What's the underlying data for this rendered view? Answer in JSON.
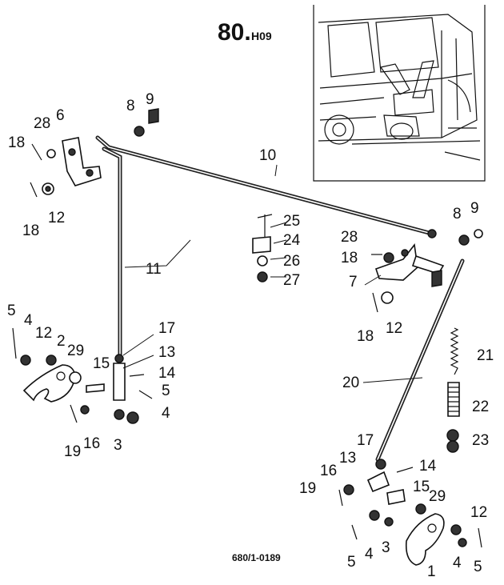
{
  "header": {
    "main": "80.",
    "sub": "H09"
  },
  "reference": "680/1-0189",
  "callouts": {
    "c1": "1",
    "c2": "2",
    "c3a": "3",
    "c3b": "3",
    "c4a": "4",
    "c4b": "4",
    "c4c": "4",
    "c4d": "4",
    "c5a": "5",
    "c5b": "5",
    "c5c": "5",
    "c5d": "5",
    "c6": "6",
    "c7": "7",
    "c8a": "8",
    "c8b": "8",
    "c9a": "9",
    "c9b": "9",
    "c10": "10",
    "c11": "11",
    "c12a": "12",
    "c12b": "12",
    "c12c": "12",
    "c12d": "12",
    "c13a": "13",
    "c13b": "13",
    "c14a": "14",
    "c14b": "14",
    "c15a": "15",
    "c15b": "15",
    "c16a": "16",
    "c16b": "16",
    "c17a": "17",
    "c17b": "17",
    "c18a": "18",
    "c18b": "18",
    "c18c": "18",
    "c18d": "18",
    "c19a": "19",
    "c19b": "19",
    "c20": "20",
    "c21": "21",
    "c22": "22",
    "c23": "23",
    "c24": "24",
    "c25": "25",
    "c26": "26",
    "c27": "27",
    "c28a": "28",
    "c28b": "28",
    "c29a": "29",
    "c29b": "29"
  }
}
